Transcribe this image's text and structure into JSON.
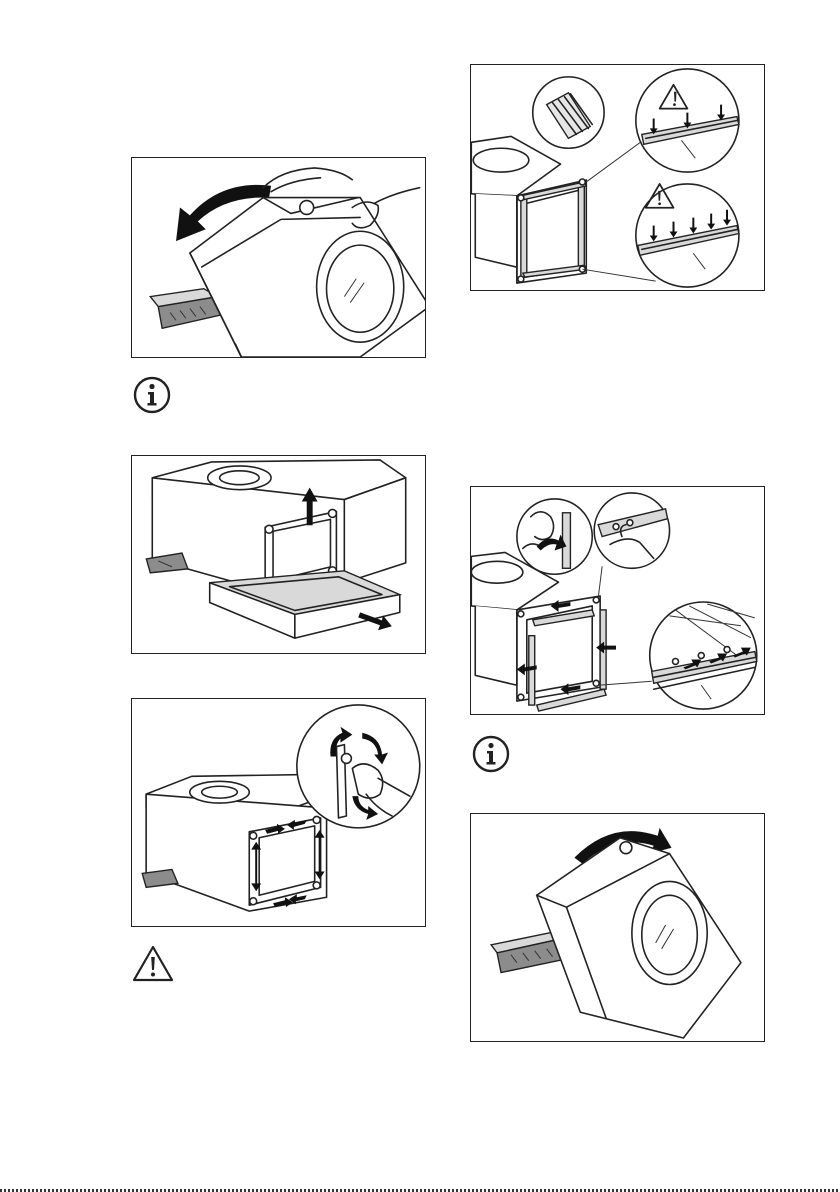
{
  "page": {
    "background": "#ffffff",
    "line_color": "#222222"
  },
  "figures": [
    {
      "id": "fig-tilt-back",
      "icon": "tilt-machine-back-illustration"
    },
    {
      "id": "fig-remove-base",
      "icon": "remove-base-tray-illustration"
    },
    {
      "id": "fig-clean-frame",
      "icon": "clean-frame-illustration"
    },
    {
      "id": "fig-seal-strips",
      "icon": "seal-strips-warning-illustration"
    },
    {
      "id": "fig-fit-seals",
      "icon": "fit-seal-strips-illustration"
    },
    {
      "id": "fig-tilt-upright",
      "icon": "tilt-machine-upright-illustration"
    }
  ],
  "notes": [
    {
      "type": "info",
      "icon": "info-icon"
    },
    {
      "type": "info",
      "icon": "info-icon"
    },
    {
      "type": "warning",
      "icon": "warning-triangle-icon"
    }
  ]
}
